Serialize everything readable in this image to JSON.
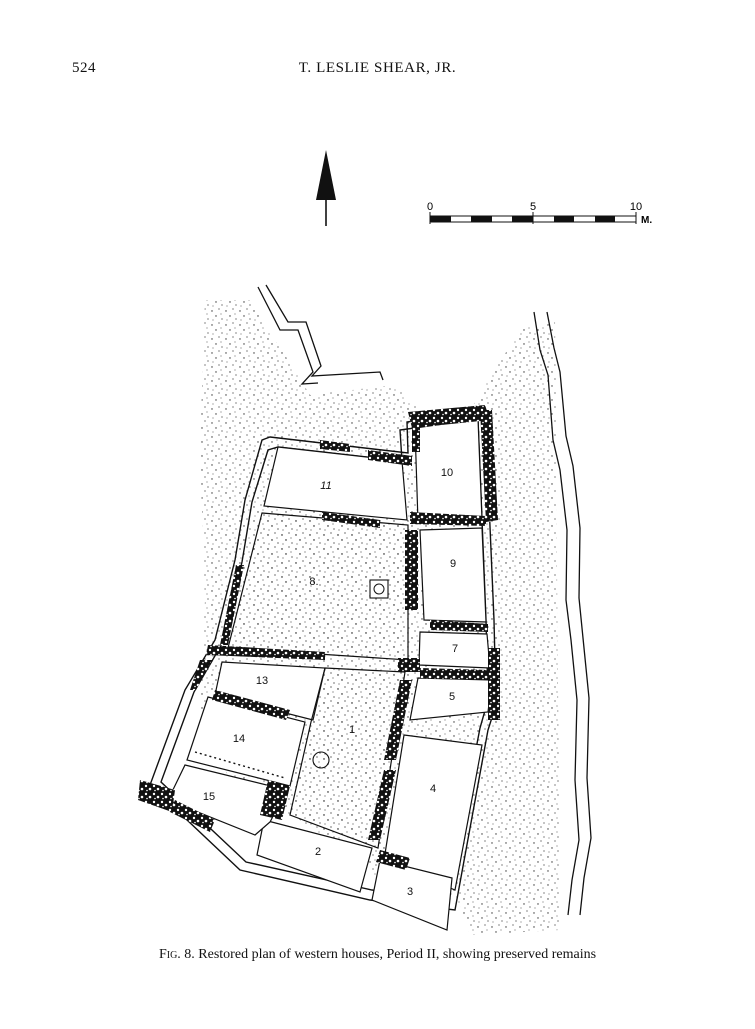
{
  "header": {
    "page_number": "524",
    "running_head": "T. LESLIE SHEAR, JR."
  },
  "scale_bar": {
    "labels": [
      "0",
      "5",
      "10"
    ],
    "unit": "M."
  },
  "rooms": [
    {
      "label": "1"
    },
    {
      "label": "2"
    },
    {
      "label": "3"
    },
    {
      "label": "4"
    },
    {
      "label": "5"
    },
    {
      "label": "7"
    },
    {
      "label": "8."
    },
    {
      "label": "9"
    },
    {
      "label": "10"
    },
    {
      "label": "11"
    },
    {
      "label": "13"
    },
    {
      "label": "14"
    },
    {
      "label": "15"
    }
  ],
  "caption": {
    "fig_label": "Fig. 8.",
    "text": "Restored plan of western houses, Period II, showing preserved remains"
  }
}
